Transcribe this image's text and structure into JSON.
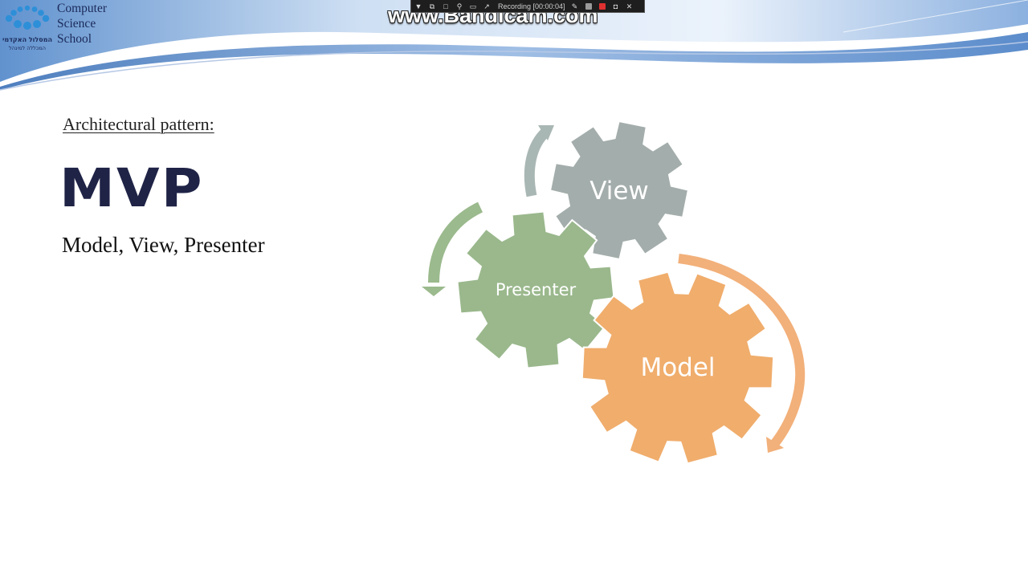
{
  "header": {
    "logo_text_lines": [
      "Computer",
      "Science",
      "School"
    ],
    "logo_hebrew_main": "המסלול האקדמי",
    "logo_hebrew_sub": "המכללה למינהל"
  },
  "recorder": {
    "watermark": "www.Bandicam.com",
    "recording_label": "Recording [00:00:04]",
    "colors": {
      "toolbar": "#1e1e1e",
      "stop": "#e03030"
    }
  },
  "slide": {
    "subtitle": "Architectural pattern:",
    "title": "MVP",
    "expansion": "Model, View, Presenter"
  },
  "diagram": {
    "gears": {
      "view": {
        "label": "View",
        "color": "#a3adab"
      },
      "presenter": {
        "label": "Presenter",
        "color": "#9ab88c"
      },
      "model": {
        "label": "Model",
        "color": "#f0ad6c"
      }
    },
    "arrows": [
      "view-cycle-arrow",
      "presenter-cycle-arrow",
      "model-cycle-arrow"
    ]
  }
}
